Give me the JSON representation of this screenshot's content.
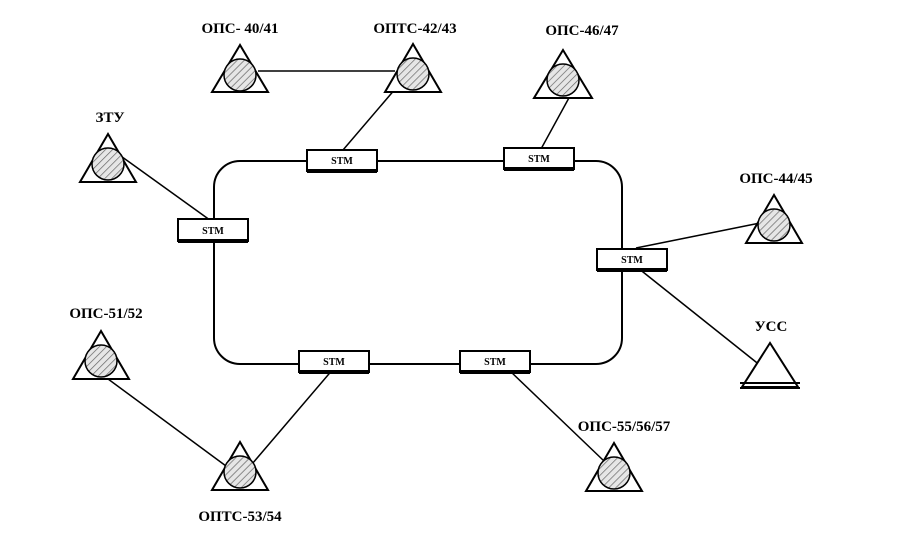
{
  "diagram": {
    "stm_label": "STM",
    "nodes": {
      "ops_40_41": "ОПС- 40/41",
      "opts_42_43": "ОПТС-42/43",
      "ops_46_47": "ОПС-46/47",
      "ztu": "ЗТУ",
      "ops_44_45": "ОПС-44/45",
      "uss": "УСС",
      "ops_51_52": "ОПС-51/52",
      "ops_55_56_57": "ОПС-55/56/57",
      "opts_53_54": "ОПТС-53/54"
    },
    "colors": {
      "line": "#000000",
      "node_fill": "#d9d9d9",
      "background": "#ffffff"
    }
  }
}
